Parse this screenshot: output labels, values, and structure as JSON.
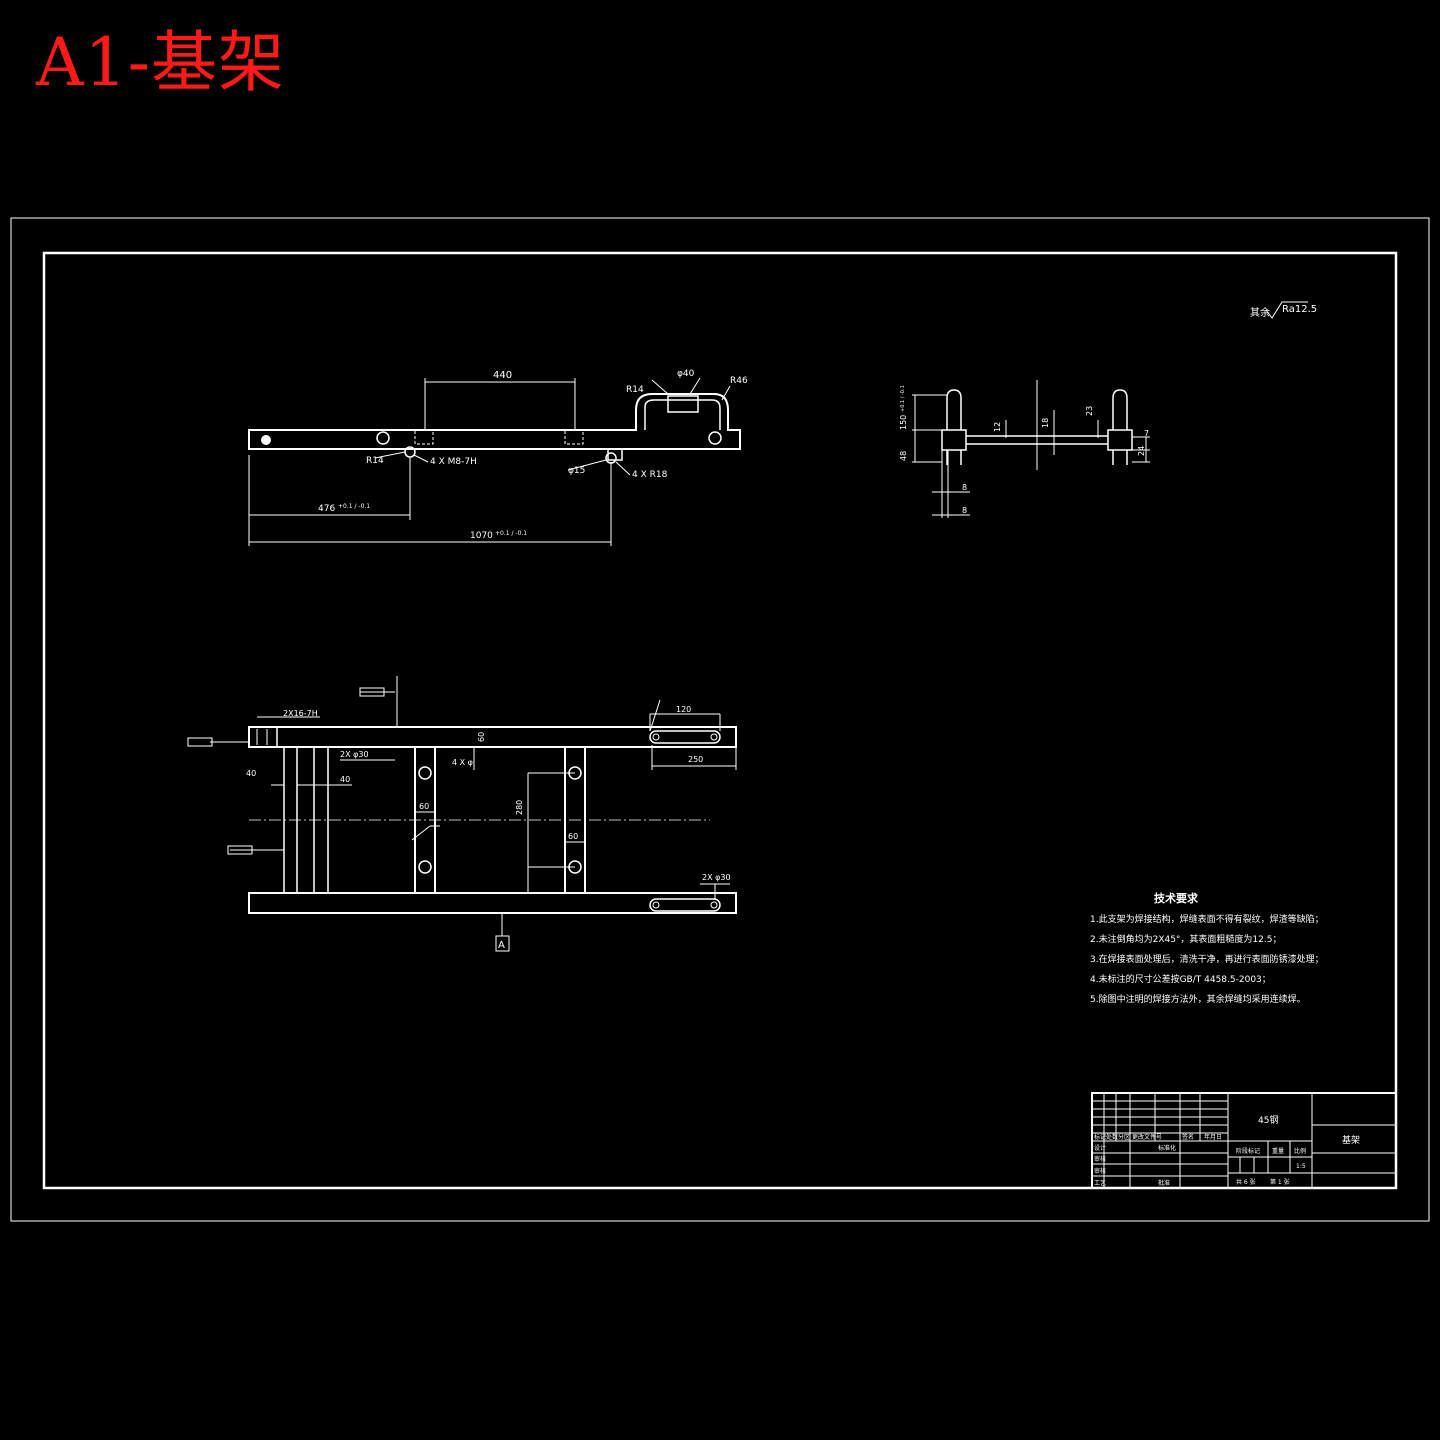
{
  "sheet_title": "A1-基架",
  "roughness_note": {
    "prefix": "其余",
    "value": "Ra12.5"
  },
  "front_view": {
    "dim_440": "440",
    "dim_phi40": "φ40",
    "dim_r14_top": "R14",
    "dim_r46": "R46",
    "dim_r14_bottom": "R14",
    "dim_thread_holes": "4 X M8-7H",
    "dim_phi15": "φ15",
    "dim_r18": "4 X R18",
    "dim_476": "476",
    "dim_476_tol": "+0.1 / -0.1",
    "dim_1070": "1070",
    "dim_1070_tol": "+0.1 / -0.1"
  },
  "side_view": {
    "dim_150": "150",
    "dim_150_tol": "+0.1 / -0.1",
    "dim_48": "48",
    "dim_12": "12",
    "dim_18": "18",
    "dim_23": "23",
    "dim_7": "7",
    "dim_24": "24",
    "dim_8a": "8",
    "dim_8b": "8"
  },
  "top_view": {
    "dim_2x16h": "2X16-7H",
    "dim_40_tol": "40",
    "dim_40": "40",
    "dim_2x_phi30_a": "2X φ30",
    "dim_60_width": "60",
    "dim_4x_phi": "4 X φ",
    "dim_60_a": "60",
    "dim_280": "280",
    "dim_60_b": "60",
    "dim_120": "120",
    "dim_250": "250",
    "dim_2x_phi30_b": "2X φ30",
    "datum_label": "A"
  },
  "tech_requirements": {
    "title": "技术要求",
    "items": [
      "1.此支架为焊接结构，焊缝表面不得有裂纹，焊渣等缺陷；",
      "2.未注倒角均为2X45°，其表面粗糙度为12.5；",
      "3.在焊接表面处理后，清洗干净，再进行表面防锈漆处理；",
      "4.未标注的尺寸公差按GB/T 4458.5-2003；",
      "5.除图中注明的焊接方法外，其余焊缝均采用连续焊。"
    ]
  },
  "title_block": {
    "material": "45钢",
    "part_name": "基架",
    "header_cells": [
      "标记",
      "处数",
      "分区",
      "更改文件号",
      "签名",
      "年月日"
    ],
    "rows_left": [
      "设计",
      "审核",
      "审核",
      "工艺"
    ],
    "standard_label": "标准化",
    "approve_label": "批准",
    "stage_cells": [
      "阶段标记",
      "重量",
      "比例"
    ],
    "scale": "1:5",
    "sheets": "共 6 张",
    "sheet_no": "第 1 张"
  },
  "colors": {
    "background": "#000000",
    "lines": "#ffffff",
    "title": "#ff1a1a"
  }
}
